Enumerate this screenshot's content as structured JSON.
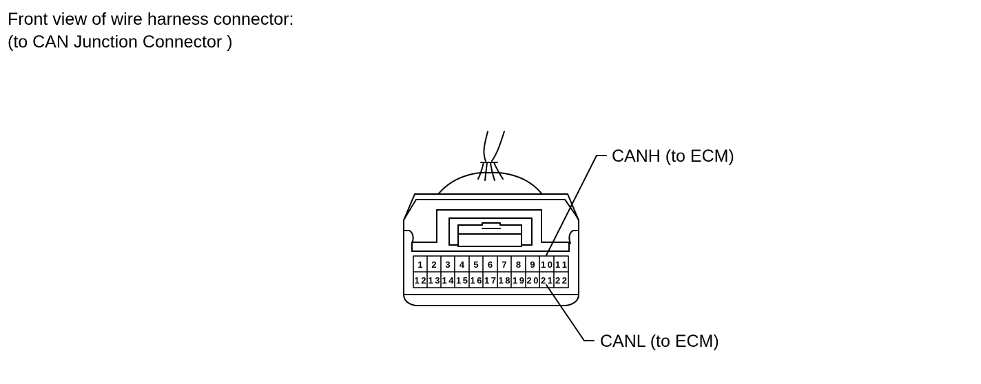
{
  "caption": {
    "line1": "Front view of wire harness connector:",
    "line2": "(to CAN Junction Connector )"
  },
  "connector": {
    "top_row_pins": [
      "1",
      "2",
      "3",
      "4",
      "5",
      "6",
      "7",
      "8",
      "9",
      "10",
      "11"
    ],
    "bottom_row_pins": [
      "12",
      "13",
      "14",
      "15",
      "16",
      "17",
      "18",
      "19",
      "20",
      "21",
      "22"
    ]
  },
  "callouts": {
    "canh": {
      "label": "CANH (to ECM)",
      "pin": "10"
    },
    "canl": {
      "label": "CANL (to ECM)",
      "pin": "21"
    }
  }
}
